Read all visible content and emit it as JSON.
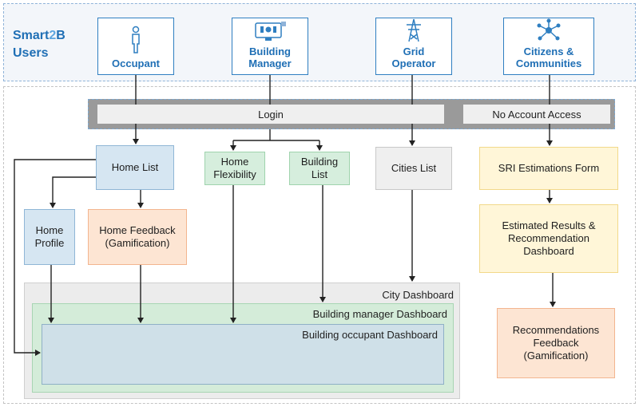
{
  "brand": {
    "line1_a": "Smart",
    "line1_b": "2",
    "line1_c": "B",
    "line2": "Users"
  },
  "users": [
    {
      "label": "Occupant",
      "icon": "person-icon"
    },
    {
      "label": "Building\nManager",
      "icon": "monitor-icon"
    },
    {
      "label": "Grid\nOperator",
      "icon": "power-tower-icon"
    },
    {
      "label": "Citizens &\nCommunities",
      "icon": "network-icon"
    }
  ],
  "access": {
    "login": "Login",
    "no_account": "No Account Access"
  },
  "nodes": {
    "home_list": "Home List",
    "home_flexibility": "Home\nFlexibility",
    "building_list": "Building\nList",
    "cities_list": "Cities List",
    "sri_form": "SRI Estimations Form",
    "home_profile": "Home\nProfile",
    "home_feedback": "Home Feedback\n(Gamification)",
    "estimated_results": "Estimated Results &\nRecommendation\nDashboard",
    "recommendations_feedback": "Recommendations\nFeedback\n(Gamification)"
  },
  "dashboards": {
    "city": "City Dashboard",
    "building_manager": "Building manager Dashboard",
    "building_occupant": "Building occupant Dashboard"
  },
  "colors": {
    "user_blue": "#1f6fb5",
    "node_blue": "#d6e6f2",
    "node_green": "#d6eedd",
    "node_yellow": "#fff6d8",
    "node_orange": "#fde5d3",
    "node_grey": "#efefef"
  }
}
